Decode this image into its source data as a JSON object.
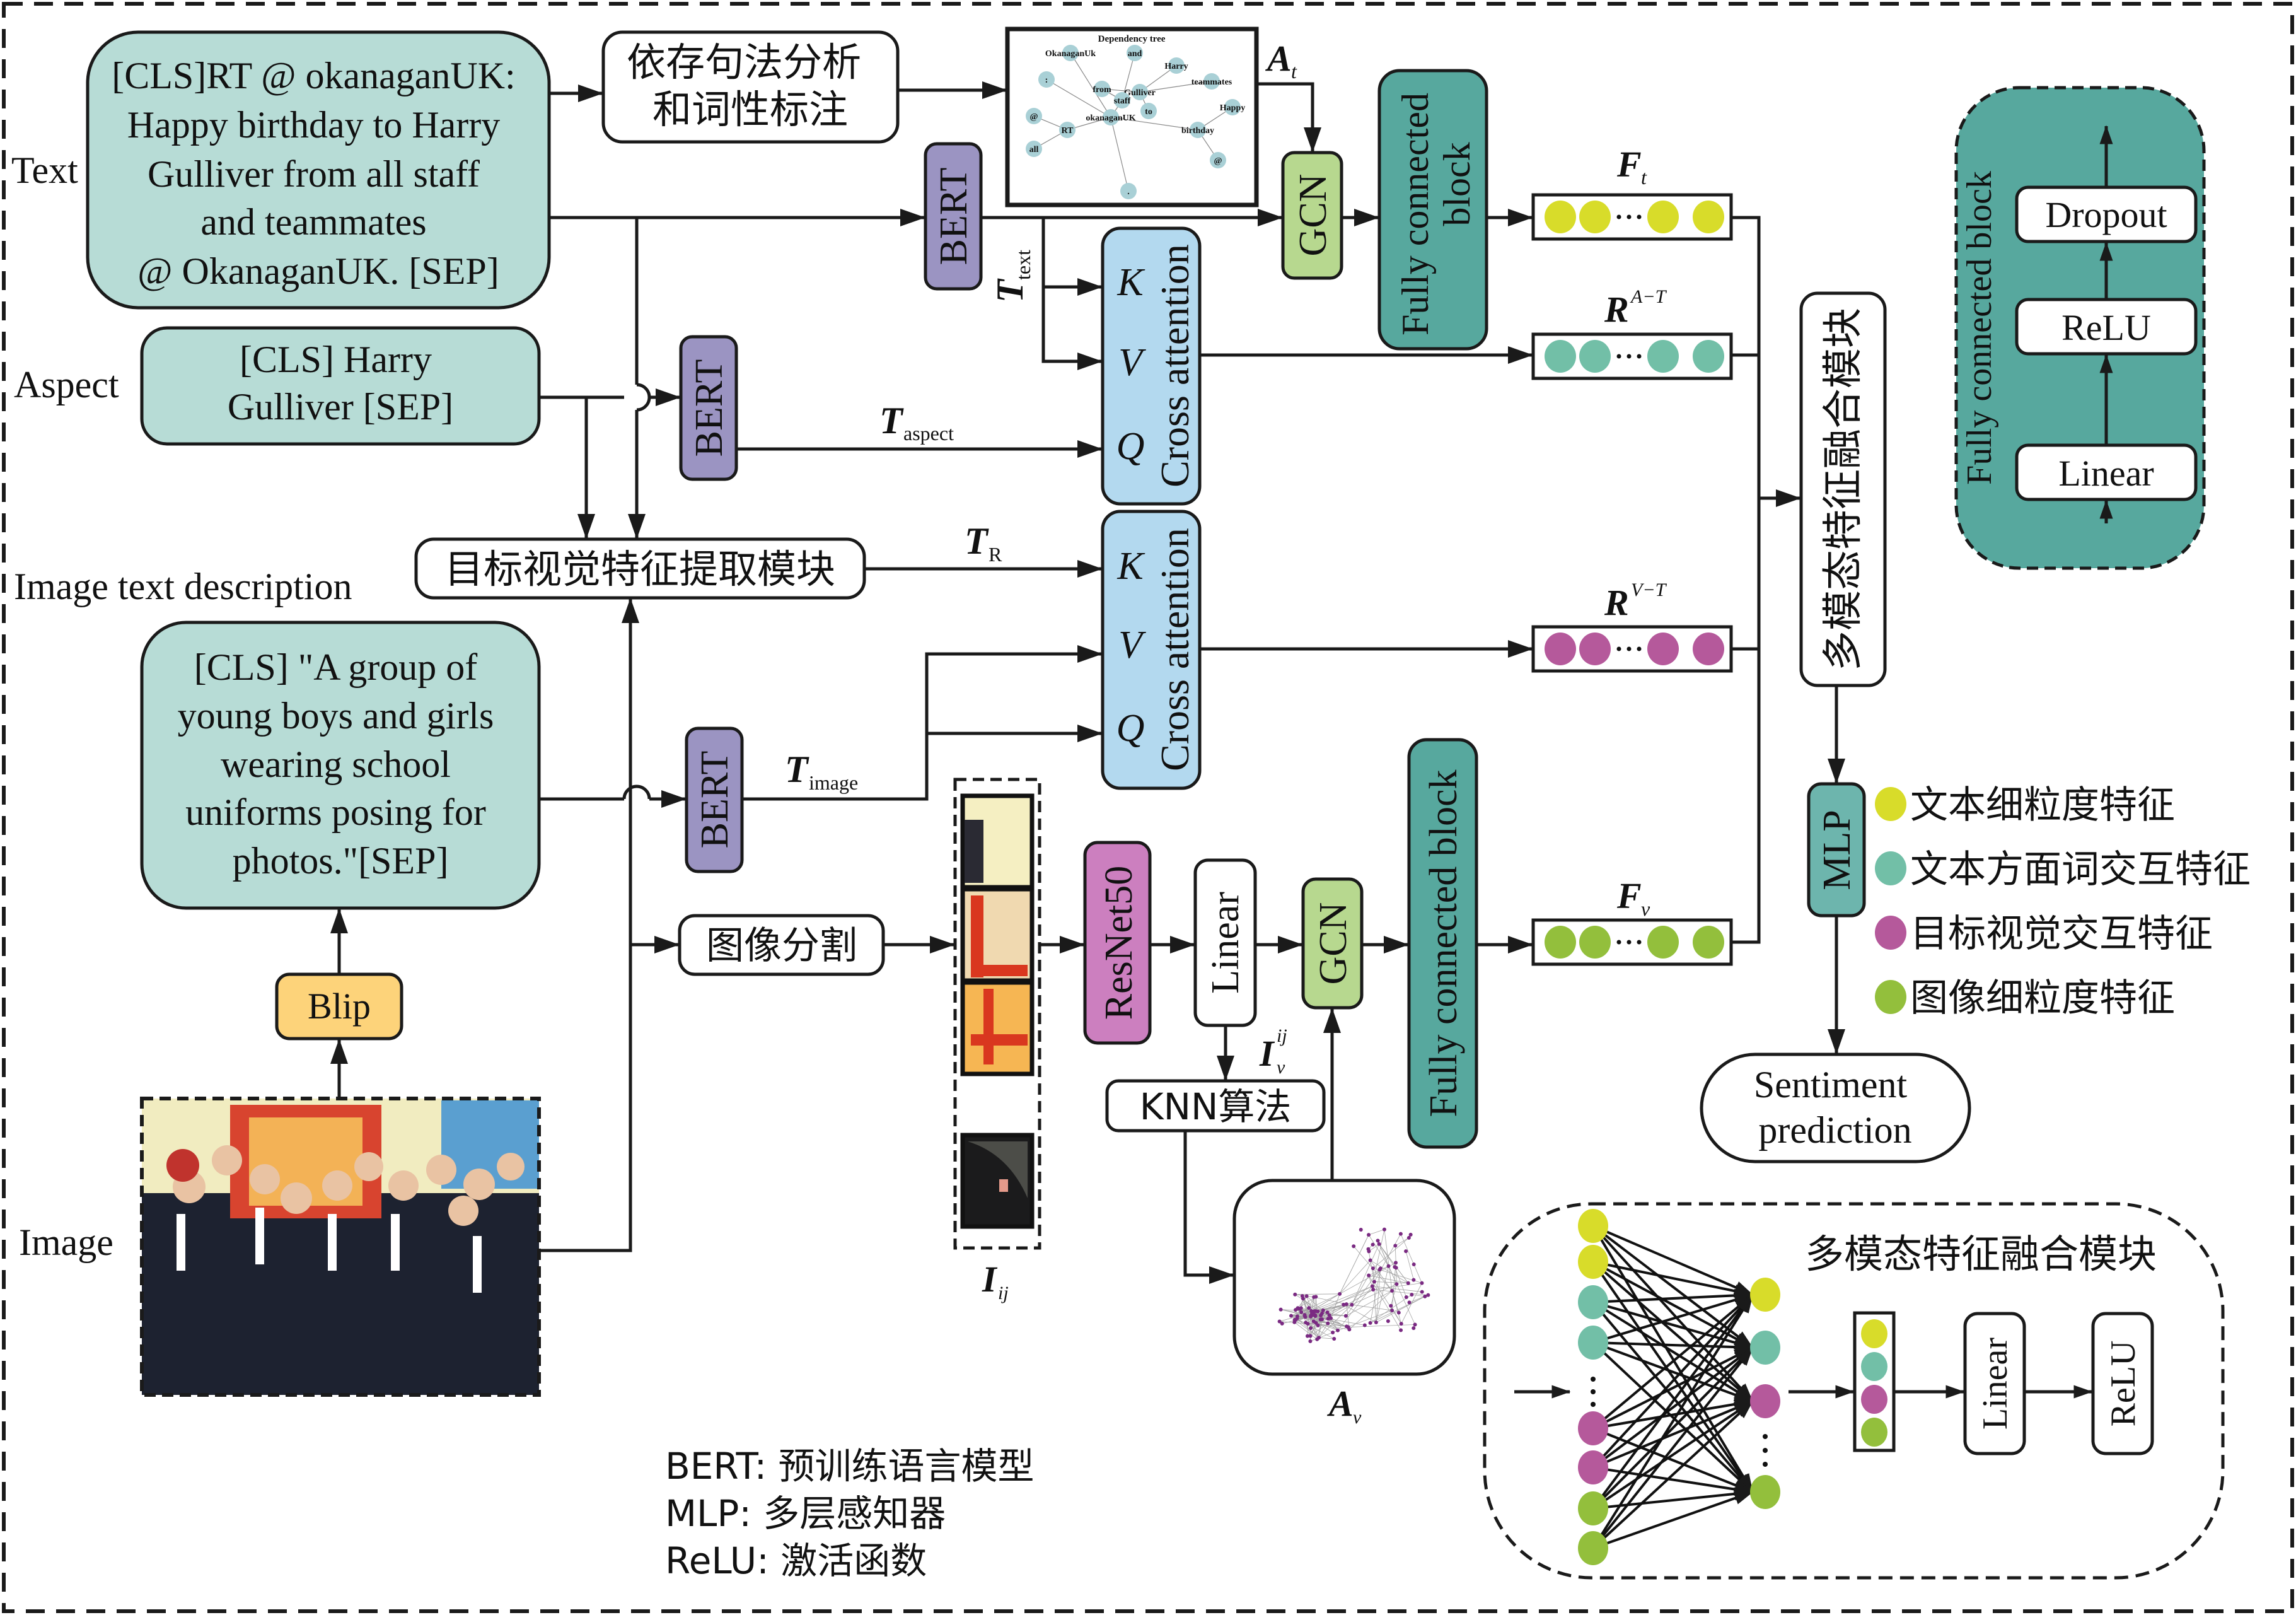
{
  "colors": {
    "input_box": "#b7dcd6",
    "bert": "#9b94c2",
    "cross_attention": "#b3d9ef",
    "gcn": "#b7d88f",
    "fc_block": "#57a89e",
    "resnet": "#cc7fbf",
    "blip": "#fdd37a",
    "mlp": "#6db5ad",
    "feat_yellow": "#d8dc2a",
    "feat_teal": "#72bfa7",
    "feat_magenta": "#b5599b",
    "feat_green": "#93bf3c",
    "tree_node": "#a9d0d6"
  },
  "inputs": {
    "text_label": "Text",
    "text_lines": [
      "[CLS]RT @ okanaganUK:",
      "Happy birthday to Harry",
      "Gulliver from all staff",
      "and teammates",
      "@ OkanaganUK. [SEP]"
    ],
    "aspect_label": "Aspect",
    "aspect_lines": [
      "[CLS] Harry",
      "Gulliver [SEP]"
    ],
    "caption_label": "Image text description",
    "caption_lines": [
      "[CLS] \"A group of",
      "young boys and girls",
      "wearing school",
      "uniforms posing for",
      "photos.\"[SEP]"
    ],
    "image_label": "Image"
  },
  "modules": {
    "dependency_parse": [
      "依存句法分析",
      "和词性标注"
    ],
    "dependency_tree_title": "Dependency tree",
    "bert": "BERT",
    "target_visual": "目标视觉特征提取模块",
    "cross_attention": "Cross attention",
    "k": "K",
    "v": "V",
    "q": "Q",
    "gcn": "GCN",
    "fc_block_two_line": [
      "Fully connected",
      "block"
    ],
    "fc_block": "Fully connected block",
    "blip": "Blip",
    "segmentation": "图像分割",
    "resnet": "ResNet50",
    "linear": "Linear",
    "knn": "KNN算法",
    "fusion": "多模态特征融合模块",
    "mlp": "MLP",
    "sentiment": [
      "Sentiment",
      "prediction"
    ]
  },
  "tree_nodes": [
    "OkanaganUk",
    "and",
    "Harry",
    ":",
    "from",
    "Gulliver",
    "teammates",
    "staff",
    "Happy",
    "@",
    "okanaganUK",
    "to",
    "RT",
    "birthday",
    "all",
    "@",
    "."
  ],
  "symbols": {
    "At": {
      "main": "A",
      "sub": "t"
    },
    "Ttext": {
      "main": "T",
      "sub": "text"
    },
    "Taspect": {
      "main": "T",
      "sub": "aspect"
    },
    "TR": {
      "main": "T",
      "sub": "R"
    },
    "Timage": {
      "main": "T",
      "sub": "image"
    },
    "Ft": {
      "main": "F",
      "sub": "t"
    },
    "RAT": {
      "main": "R",
      "sup": "A−T"
    },
    "RVT": {
      "main": "R",
      "sup": "V−T"
    },
    "Fv": {
      "main": "F",
      "sub": "v"
    },
    "Iv": {
      "main": "I",
      "sub": "v",
      "sup": "ij"
    },
    "Iij": {
      "main": "I",
      "sub": "ij"
    },
    "Av": {
      "main": "A",
      "sub": "v"
    }
  },
  "legend": [
    {
      "color": "#d8dc2a",
      "label": "文本细粒度特征"
    },
    {
      "color": "#72bfa7",
      "label": "文本方面词交互特征"
    },
    {
      "color": "#b5599b",
      "label": "目标视觉交互特征"
    },
    {
      "color": "#93bf3c",
      "label": "图像细粒度特征"
    }
  ],
  "fc_detail": {
    "title": "Fully connected block",
    "layers": [
      "Linear",
      "ReLU",
      "Dropout"
    ]
  },
  "fusion_detail": {
    "title": "多模态特征融合模块",
    "linear": "Linear",
    "relu": "ReLU"
  },
  "glossary": [
    "BERT: 预训练语言模型",
    "MLP: 多层感知器",
    "ReLU: 激活函数"
  ]
}
